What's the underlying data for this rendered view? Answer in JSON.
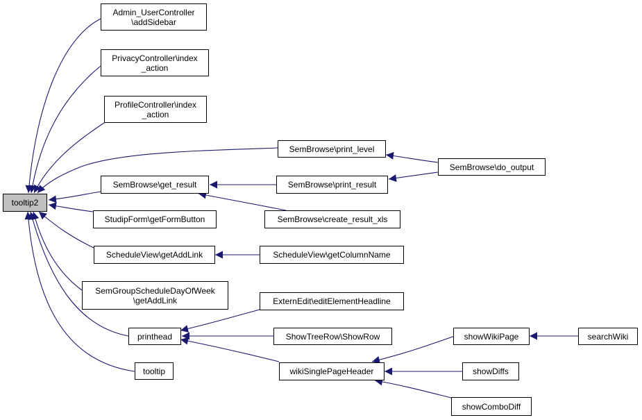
{
  "diagram": {
    "edge_color": "#191970",
    "focus_fill": "#bfbfbf",
    "nodes": {
      "tooltip2": "tooltip2",
      "admin_usercontroller_addsidebar": "Admin_UserController\n\\addSidebar",
      "privacycontroller_index_action": "PrivacyController\\index\n_action",
      "profilecontroller_index_action": "ProfileController\\index\n_action",
      "sembrowse_print_level": "SemBrowse\\print_level",
      "sembrowse_do_output": "SemBrowse\\do_output",
      "sembrowse_get_result": "SemBrowse\\get_result",
      "sembrowse_print_result": "SemBrowse\\print_result",
      "sembrowse_create_result_xls": "SemBrowse\\create_result_xls",
      "studipform_getformbutton": "StudipForm\\getFormButton",
      "scheduleview_getaddlink": "ScheduleView\\getAddLink",
      "scheduleview_getcolumnname": "ScheduleView\\getColumnName",
      "semgroupscheduledayofweek_getaddlink": "SemGroupScheduleDayOfWeek\n\\getAddLink",
      "externedit_editelementheadline": "ExternEdit\\editElementHeadline",
      "printhead": "printhead",
      "showtreerow_showrow": "ShowTreeRow\\ShowRow",
      "tooltip": "tooltip",
      "wikisinglepageheader": "wikiSinglePageHeader",
      "showwikipage": "showWikiPage",
      "searchwiki": "searchWiki",
      "showdiffs": "showDiffs",
      "showcombodiff": "showComboDiff"
    }
  }
}
